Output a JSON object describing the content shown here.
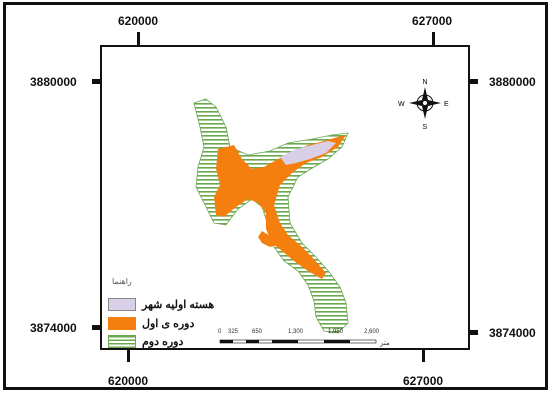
{
  "map": {
    "coords": {
      "top_left": "620000",
      "top_right": "627000",
      "bottom_left": "620000",
      "bottom_right": "627000",
      "left_top": "3880000",
      "left_bottom": "3874000",
      "right_top": "3880000",
      "right_bottom": "3874000"
    },
    "north_arrow": {
      "n": "N",
      "s": "S",
      "e": "E",
      "w": "W"
    },
    "legend": {
      "title": "راهنما",
      "items": [
        {
          "label": "هسته اولیه شهر",
          "color": "#d9cfe6"
        },
        {
          "label": "دوره ی اول",
          "color": "#f57f0e"
        },
        {
          "label": "دوره دوم",
          "color": "#6ba84f"
        }
      ]
    },
    "scale_bar": {
      "ticks": [
        "0",
        "325",
        "650",
        "1,300",
        "1,950",
        "2,600"
      ],
      "unit": "متر"
    },
    "colors": {
      "core": "#d9cfe6",
      "period1": "#f57f0e",
      "period2": "#6ba84f"
    }
  }
}
